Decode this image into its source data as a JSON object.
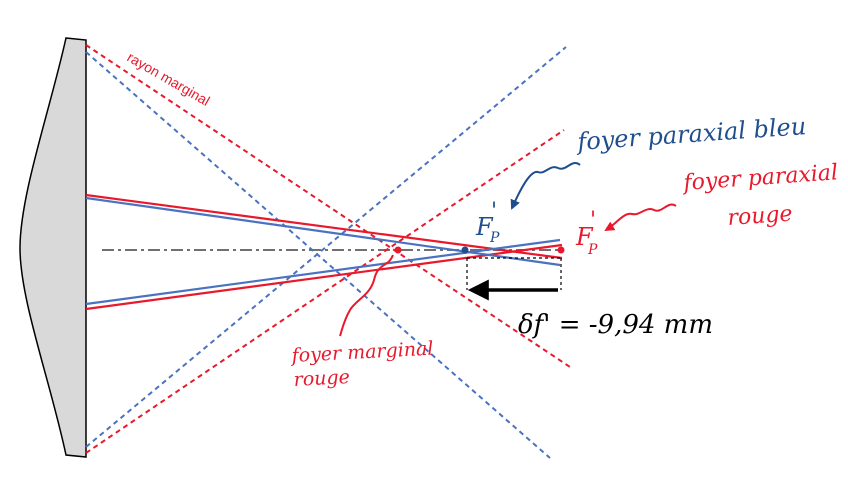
{
  "labels": {
    "marginal_ray": "rayon marginal",
    "blue_paraxial_focus": "foyer paraxial bleu",
    "red_paraxial_focus_line1": "foyer paraxial",
    "red_paraxial_focus_line2": "rouge",
    "blue_focus_symbol": "F",
    "red_focus_symbol": "F",
    "focus_subscript": "P",
    "focus_prime": "'",
    "red_marginal_focus_line1": "foyer marginal",
    "red_marginal_focus_line2": "rouge",
    "delta_focal": "δf' = -9,94 mm"
  },
  "colors": {
    "red": "#e8192c",
    "blue": "#4a72c0",
    "ink_blue": "#1f4e8c",
    "axis_gray": "#707070",
    "lens_fill": "#d9d9d9",
    "black": "#000000"
  }
}
